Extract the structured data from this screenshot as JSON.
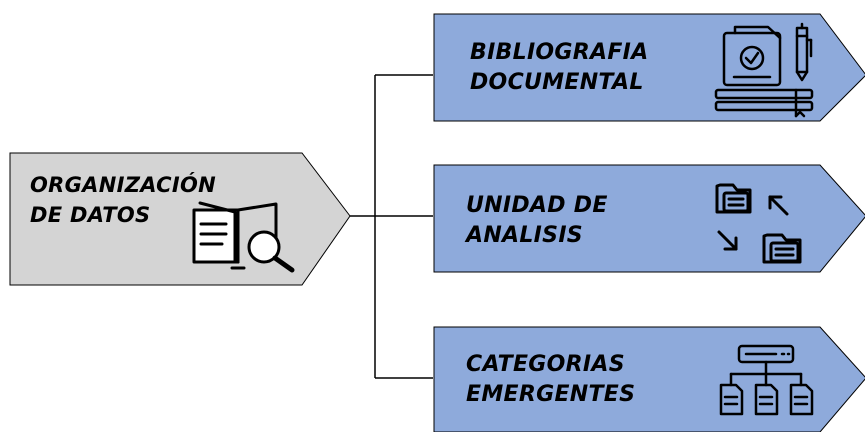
{
  "root": {
    "lines": [
      "ORGANIZACIÓN",
      "DE DATOS"
    ],
    "icon": "open-book-magnifier-icon"
  },
  "branches": [
    {
      "lines": [
        "BIBLIOGRAFIA",
        "DOCUMENTAL"
      ],
      "icon": "document-stack-pencil-icon"
    },
    {
      "lines": [
        "UNIDAD DE",
        "ANALISIS"
      ],
      "icon": "folders-arrows-icon"
    },
    {
      "lines": [
        "CATEGORIAS",
        "EMERGENTES"
      ],
      "icon": "hierarchy-documents-icon"
    }
  ],
  "colors": {
    "root_fill": "#d4d4d4",
    "branch_fill": "#8eaadb",
    "outline": "#000000",
    "connector": "#000000"
  }
}
